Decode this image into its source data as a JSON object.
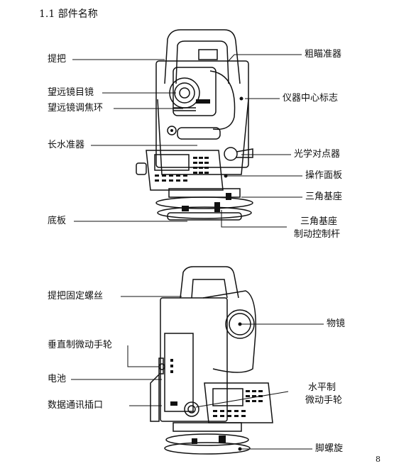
{
  "section_title": "1.1  部件名称",
  "page_number": "8",
  "top_figure": {
    "left_labels": [
      "提把",
      "望远镜目镜",
      "望远镜调焦环",
      "长水准器",
      "底板"
    ],
    "right_labels": [
      "粗瞄准器",
      "仪器中心标志",
      "光学对点器",
      "操作面板",
      "三角基座"
    ],
    "tribrach_lever": {
      "line1": "三角基座",
      "line2": "制动控制杆"
    }
  },
  "bottom_figure": {
    "left_labels": [
      "提把固定螺丝",
      "垂直制微动手轮",
      "电池",
      "数据通讯插口"
    ],
    "right_labels": [
      "物镜",
      "脚螺旋"
    ],
    "horizontal_knob": {
      "line1": "水平制",
      "line2": "微动手轮"
    }
  }
}
